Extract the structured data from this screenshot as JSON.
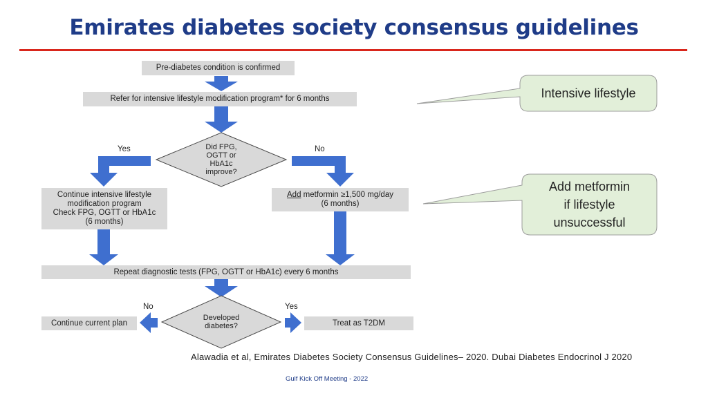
{
  "title": "Emirates diabetes society consensus guidelines",
  "flow": {
    "start": "Pre-diabetes condition is confirmed",
    "refer": "Refer for intensive lifestyle modification program* for 6 months",
    "decision1": [
      "Did FPG,",
      "OGTT or",
      "HbA1c",
      "improve?"
    ],
    "yes1": "Yes",
    "no1": "No",
    "continue_lines": [
      "Continue intensive lifestyle",
      "modification program",
      "Check FPG, OGTT or HbA1c",
      "(6 months)"
    ],
    "add_word": "Add",
    "metformin_rest": " metformin ≥1,500 mg/day",
    "metformin_duration": "(6 months)",
    "repeat": "Repeat diagnostic tests (FPG, OGTT or HbA1c) every 6 months",
    "decision2": [
      "Developed",
      "diabetes?"
    ],
    "no2": "No",
    "yes2": "Yes",
    "continue_plan": "Continue current plan",
    "treat": "Treat as T2DM"
  },
  "callouts": {
    "lifestyle": "Intensive lifestyle",
    "metformin": [
      "Add metformin",
      "if lifestyle",
      "unsuccessful"
    ]
  },
  "citation": "Alawadia et al, Emirates Diabetes Society Consensus Guidelines– 2020.  Dubai Diabetes Endocrinol J 2020",
  "footer": "Gulf Kick Off Meeting - 2022",
  "colors": {
    "title": "#1f3c88",
    "rule": "#d9261c",
    "arrow": "#3f6fcf",
    "box": "#d9d9d9",
    "callout_fill": "#e2efd9",
    "callout_border": "#9c9c9c"
  }
}
